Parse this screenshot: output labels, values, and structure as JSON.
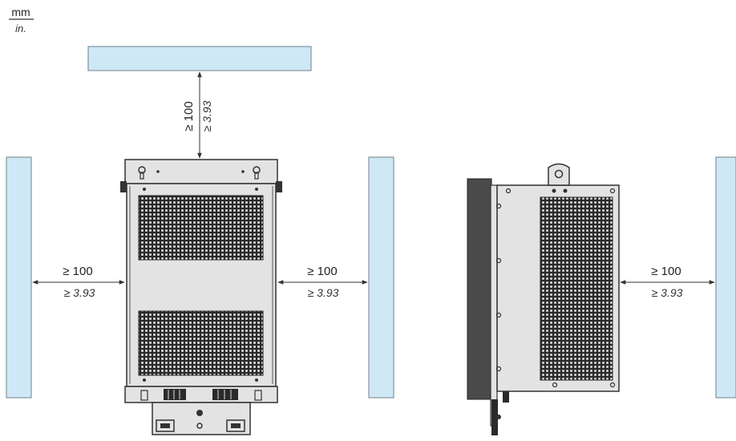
{
  "units": {
    "primary": "mm",
    "secondary": "in."
  },
  "clearances": {
    "top": {
      "mm": "≥ 100",
      "in": "≥ 3.93"
    },
    "left": {
      "mm": "≥ 100",
      "in": "≥ 3.93"
    },
    "right": {
      "mm": "≥ 100",
      "in": "≥ 3.93"
    },
    "side_right": {
      "mm": "≥ 100",
      "in": "≥ 3.93"
    }
  },
  "colors": {
    "wall_fill": "#cfe8f6",
    "wall_stroke": "#6f7f88",
    "device_fill": "#e3e3e3",
    "device_stroke": "#333333",
    "vent_fill": "#2a2a2a",
    "mount_plate": "#4a4a4a"
  }
}
